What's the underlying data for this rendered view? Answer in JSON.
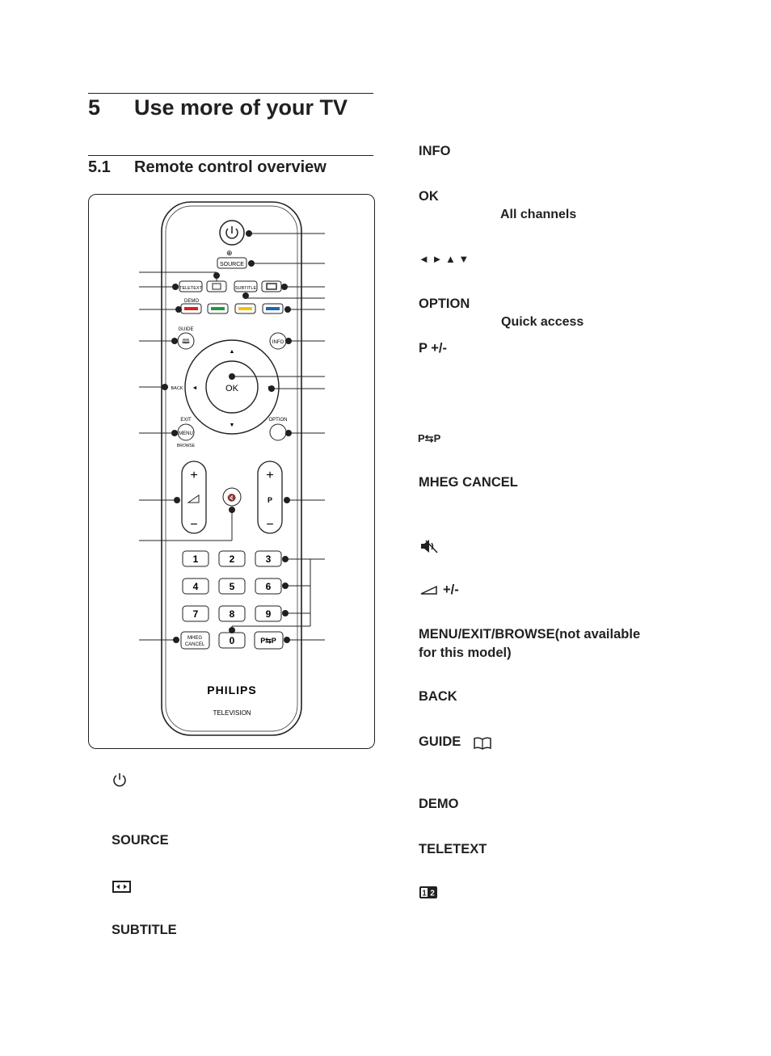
{
  "chapter": {
    "number": "5",
    "title": "Use more of your TV"
  },
  "section": {
    "number": "5.1",
    "title": "Remote control overview"
  },
  "remote": {
    "brand": "PHILIPS",
    "product": "TELEVISION",
    "buttons": {
      "source": "SOURCE",
      "teletext": "TELETEXT",
      "subtitle": "SUBTITLE",
      "demo": "DEMO",
      "guide": "GUIDE",
      "info": "INFO",
      "ok": "OK",
      "back": "BACK",
      "exit": "EXIT",
      "menu": "MENU",
      "browse": "BROWSE",
      "option": "OPTION",
      "p": "P",
      "plus": "+",
      "minus": "−",
      "mheg_line1": "MHEG",
      "mheg_line2": "CANCEL",
      "pp": "P⇆P",
      "digits": [
        "1",
        "2",
        "3",
        "4",
        "5",
        "6",
        "7",
        "8",
        "9",
        "0"
      ]
    },
    "colors": {
      "red": "#d8202a",
      "green": "#1f9a3a",
      "yellow": "#f2c300",
      "blue": "#1467b8"
    }
  },
  "left_terms": {
    "power_icon": "power-icon",
    "source": "SOURCE",
    "format_icon": "format-icon",
    "subtitle": "SUBTITLE"
  },
  "right_terms": {
    "info": "INFO",
    "ok": "OK",
    "ok_sub": "All channels",
    "arrows": "◄ ► ▲ ▼",
    "option": "OPTION",
    "option_sub": "Quick access",
    "p_plus_minus": "P +/-",
    "pp": "P⇆P",
    "mheg_cancel": "MHEG CANCEL",
    "mute_icon": "mute-icon",
    "volume": "+/-",
    "menu_line1": "MENU/EXIT/BROWSE(not available",
    "menu_line2": "for this model)",
    "back": "BACK",
    "guide": "GUIDE",
    "demo": "DEMO",
    "teletext": "TELETEXT",
    "dual_icon": "dual-screen-icon"
  }
}
